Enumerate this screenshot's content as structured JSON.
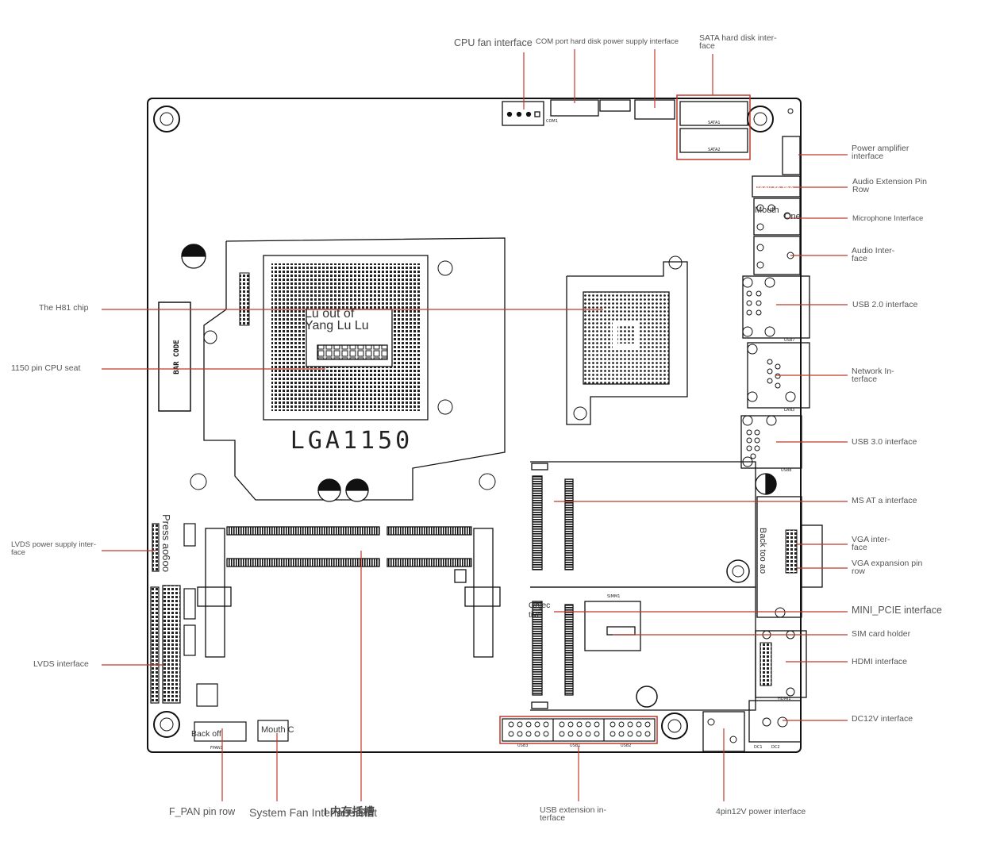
{
  "labels": {
    "cpu_fan": "CPU fan interface",
    "com_hdd_power": "COM port hard disk power supply interface",
    "sata": "SATA hard disk inter-\nface",
    "power_amp": "Power amplifier\ninterface",
    "audio_ext": "Audio Extension Pin\nRow",
    "microphone": "Microphone Interface",
    "audio": "Audio Inter-\nface",
    "usb2": "USB 2.0 interface",
    "network": "Network In-\nterface",
    "usb3": "USB 3.0 interface",
    "msata": "MS AT a interface",
    "vga": "VGA inter-\nface",
    "vga_exp": "VGA expansion pin\nrow",
    "minipcie": "MINI_PCIE interface",
    "sim": "SIM card holder",
    "hdmi": "HDMI interface",
    "dc12v": "DC12V interface",
    "h81": "The H81 chip",
    "cpu_seat": "1150 pin CPU seat",
    "lvds_power": "LVDS power supply inter-\nface",
    "lvds": "LVDS interface",
    "fpan": "F_PAN pin row",
    "sys_fan": "System Fan Interface Slot",
    "usb_ext": "USB extension in-\nterface",
    "power_4pin": "4pin12V power interface"
  },
  "overlays": {
    "cpu_text": "Lu out of\nYang Lu Lu",
    "mouth": "Mouth",
    "one": "One",
    "back_to_the": "Back to the",
    "press": "Press ao6oo",
    "back_to_ao": "Back too ao",
    "object": "Objec\ntive",
    "back_off": "Back off",
    "mouth_c": "Mouth C",
    "system_fan_overlay": "I 内存插槽"
  },
  "board": {
    "socket": "LGA1150",
    "bar_code": "BAR CODE",
    "silk": {
      "com1": "COM1",
      "sata1": "SATA1",
      "sata2": "SATA2",
      "usb7": "USB7",
      "lan3": "LAN3",
      "usb8": "USB8",
      "hdmi1": "HDMI1",
      "dc1": "DC1",
      "dc2": "DC2",
      "usb3": "USB3",
      "usb1": "USB1",
      "usb2": "USB2",
      "fpan1": "FPAN1",
      "simm1": "SIMM1"
    }
  },
  "colors": {
    "leader": "#c0392b",
    "ink": "#111111",
    "label": "#555555"
  }
}
